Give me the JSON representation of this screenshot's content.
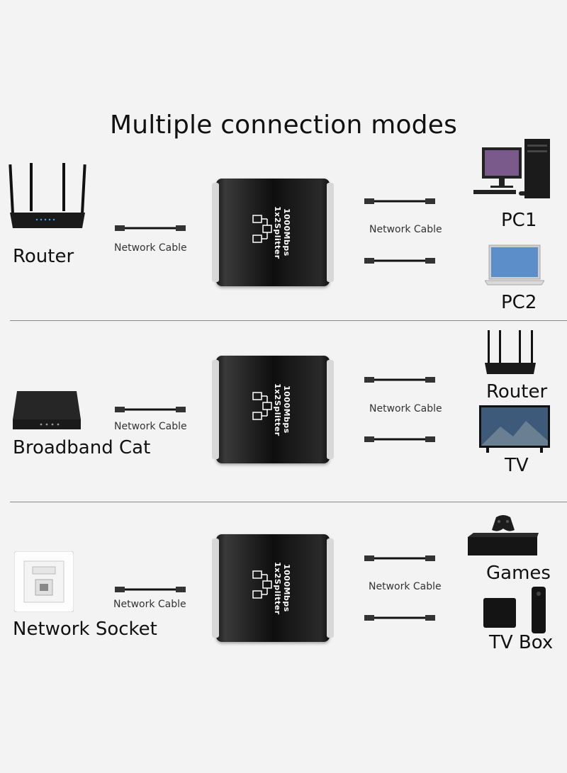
{
  "title": "Multiple connection modes",
  "splitter_text": "1000Mbps 1x2Splitter",
  "cable_label": "Network Cable",
  "sections": [
    {
      "source": "Router",
      "targets": [
        "PC1",
        "PC2"
      ]
    },
    {
      "source": "Broadband Cat",
      "targets": [
        "Router",
        "TV"
      ]
    },
    {
      "source": "Network Socket",
      "targets": [
        "Games",
        "TV Box"
      ]
    }
  ],
  "colors": {
    "background": "#f3f3f3",
    "splitter": "#111111",
    "divider": "#888888"
  }
}
